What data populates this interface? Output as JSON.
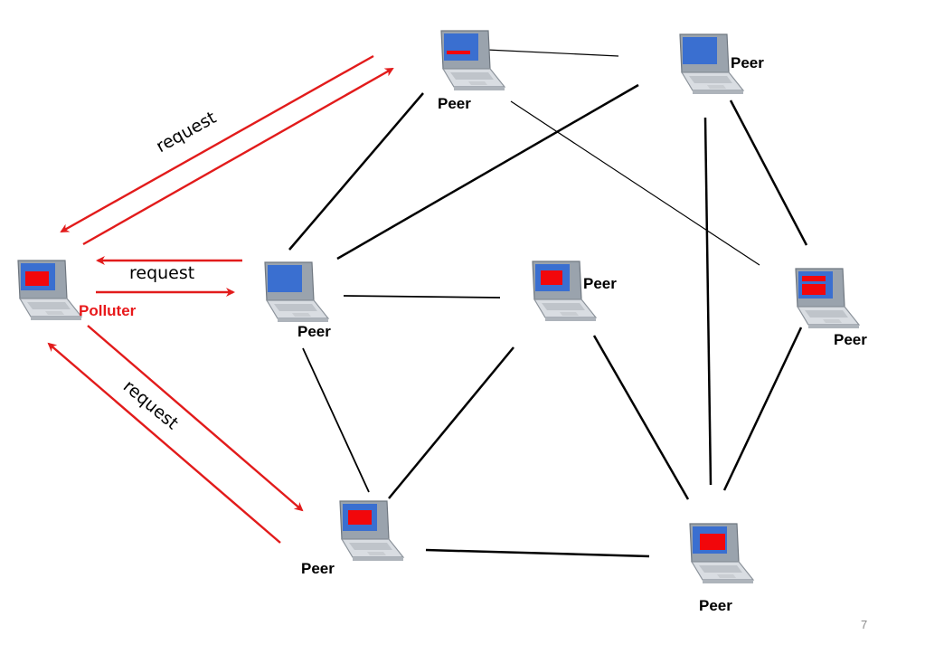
{
  "nodes": {
    "polluter": {
      "label": "Polluter",
      "screen": "red"
    },
    "peer_top": {
      "label": "Peer",
      "screen": "blue-red-bar"
    },
    "peer_top_right": {
      "label": "Peer",
      "screen": "blue"
    },
    "peer_mid_left": {
      "label": "Peer",
      "screen": "blue"
    },
    "peer_center": {
      "label": "Peer",
      "screen": "red"
    },
    "peer_right": {
      "label": "Peer",
      "screen": "red-bars"
    },
    "peer_bottom_left": {
      "label": "Peer",
      "screen": "red"
    },
    "peer_bottom_right": {
      "label": "Peer",
      "screen": "red"
    }
  },
  "request_labels": {
    "top": "request",
    "middle": "request",
    "bottom": "request"
  },
  "colors": {
    "pollution_arrow": "#e21b1b",
    "polluter_label": "#e8191b",
    "peer_link": "#000000"
  },
  "page_number": "7"
}
